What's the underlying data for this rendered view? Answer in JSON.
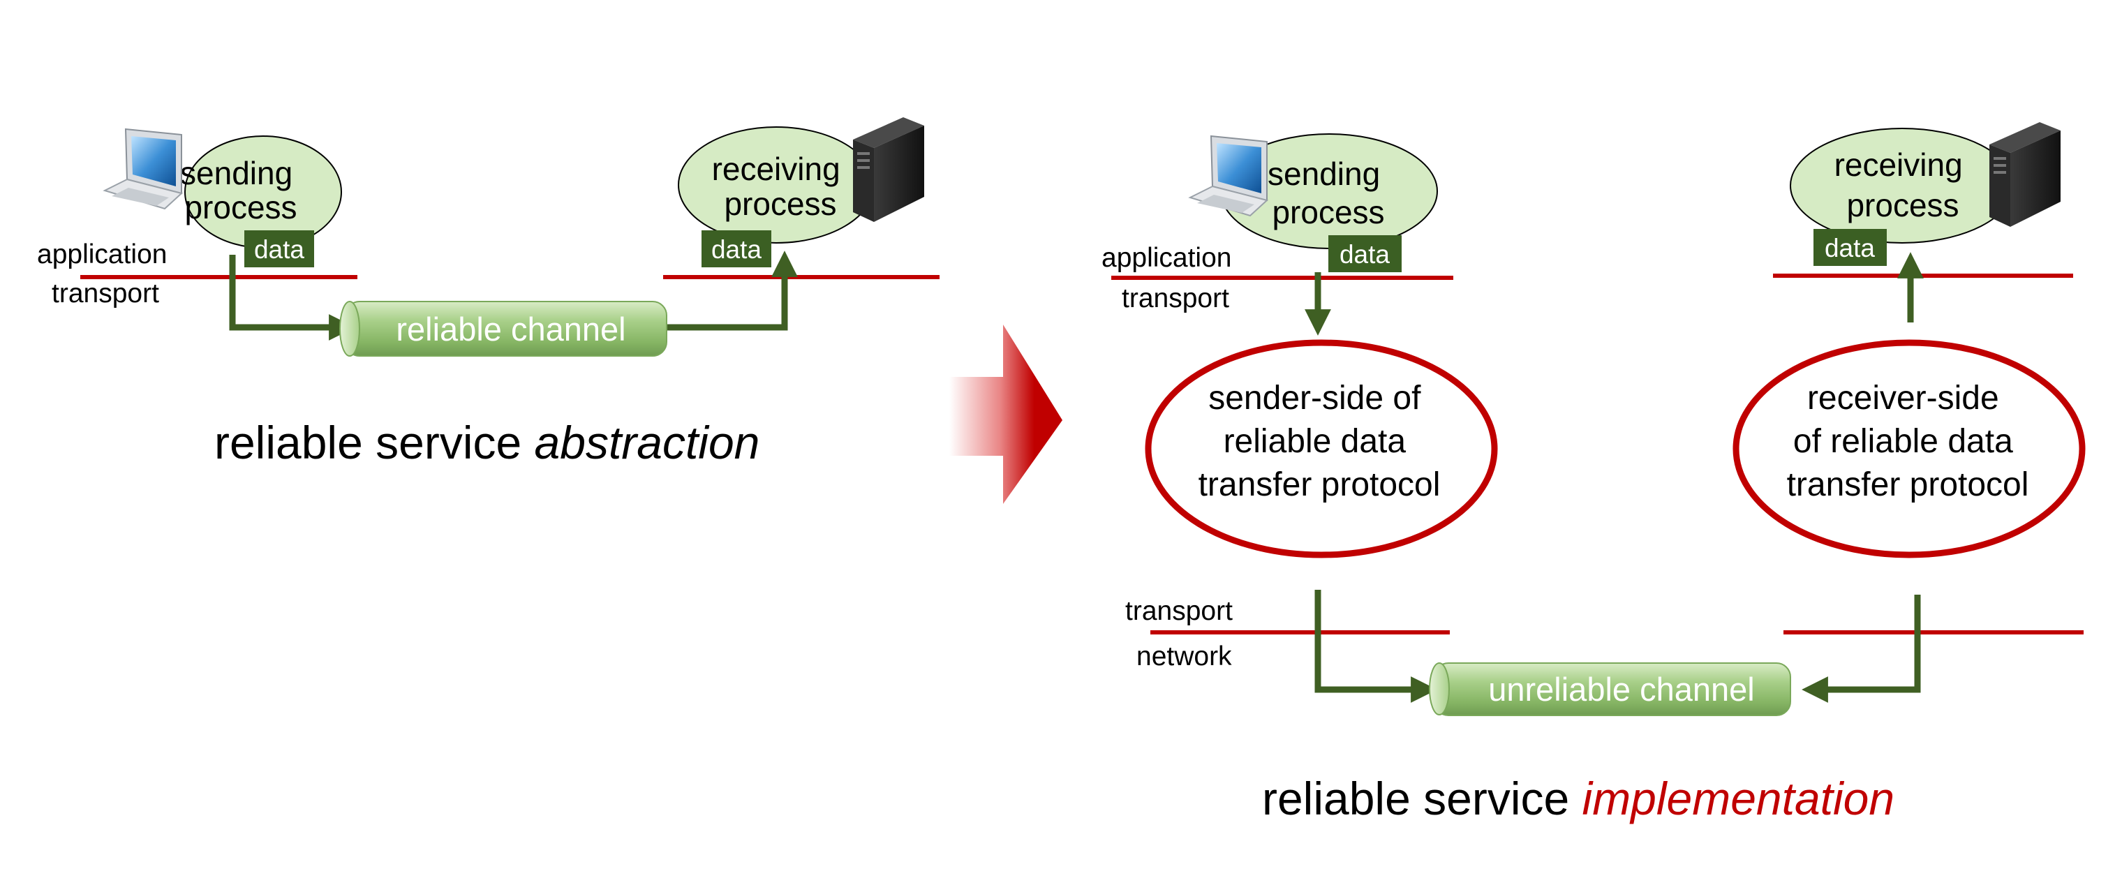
{
  "colors": {
    "line_red": "#c00000",
    "arrow_green": "#3f5f23",
    "tag_green": "#3b5f23",
    "ellipse_fill": "#d6ebc4",
    "italic_red": "#c00000"
  },
  "abstraction": {
    "sending_process": [
      "sending",
      "process"
    ],
    "receiving_process": [
      "receiving",
      "process"
    ],
    "send_tag": "data",
    "recv_tag": "data",
    "layer_application": "application",
    "layer_transport": "transport",
    "channel": "reliable channel",
    "caption_plain": "reliable service ",
    "caption_italic": "abstraction"
  },
  "implementation": {
    "sending_process": [
      "sending",
      "process"
    ],
    "receiving_process": [
      "receiving",
      "process"
    ],
    "send_tag": "data",
    "recv_tag": "data",
    "layer_application": "application",
    "layer_transport_top": "transport",
    "layer_transport_bottom": "transport",
    "layer_network": "network",
    "sender_protocol": [
      "sender-side of",
      "reliable data",
      "transfer protocol"
    ],
    "receiver_protocol": [
      "receiver-side",
      "of reliable data",
      "transfer protocol"
    ],
    "channel": "unreliable channel",
    "caption_plain": "reliable service ",
    "caption_italic": "implementation"
  },
  "icons": {
    "laptop": "laptop-icon",
    "server": "server-tower-icon",
    "transition": "right-arrow-icon"
  }
}
